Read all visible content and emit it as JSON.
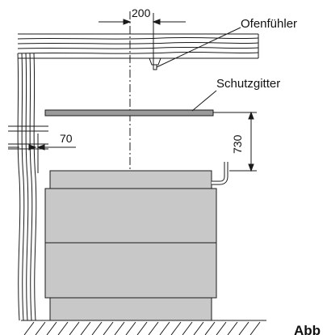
{
  "labels": {
    "oven_sensor": "Ofenfühler",
    "guard": "Schutzgitter",
    "caption_partial": "Abb"
  },
  "dimensions": {
    "ceiling_spacing": "200",
    "wall_spacing": "70",
    "guard_height": "730"
  },
  "colors": {
    "heater_body": "#c8c8c8",
    "guard_bar": "#9a9a9a",
    "line": "#1a1a1a"
  }
}
